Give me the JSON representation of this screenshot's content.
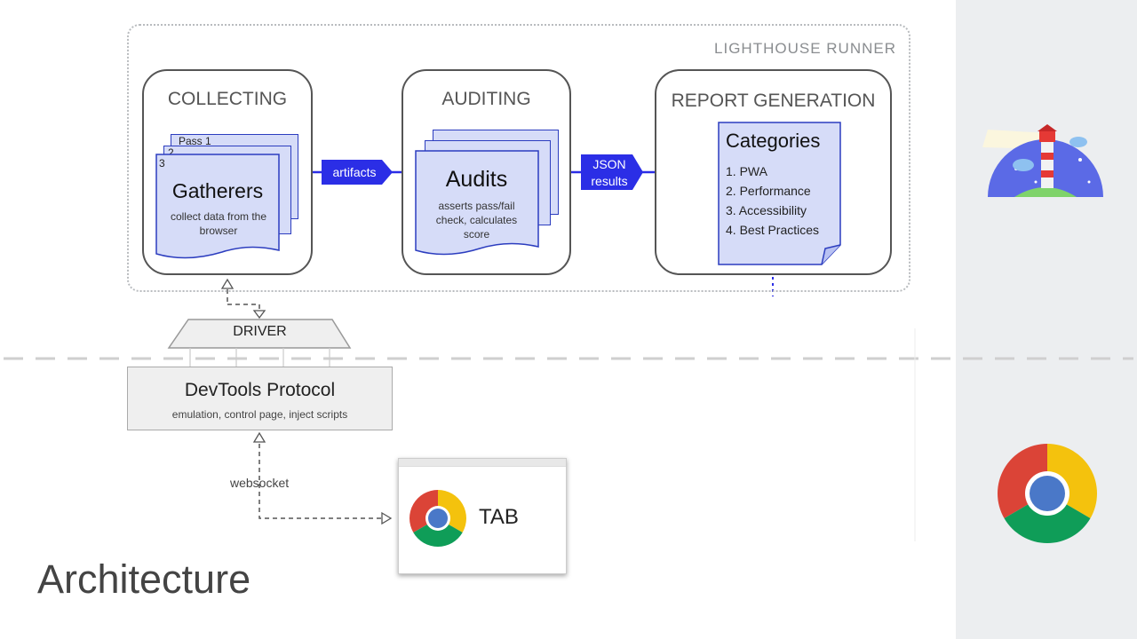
{
  "runner": {
    "label": "LIGHTHOUSE RUNNER"
  },
  "collecting": {
    "title": "COLLECTING",
    "pass_labels": [
      "Pass 1",
      "2",
      "3"
    ],
    "doc_title": "Gatherers",
    "doc_sub": "collect data from the browser"
  },
  "auditing": {
    "title": "AUDITING",
    "doc_title": "Audits",
    "doc_sub": "asserts pass/fail check, calculates score"
  },
  "report": {
    "title": "REPORT GENERATION",
    "doc_title": "Categories",
    "items": [
      "1. PWA",
      "2. Performance",
      "3. Accessibility",
      "4. Best Practices"
    ]
  },
  "flow": {
    "artifacts": "artifacts",
    "json_line1": "JSON",
    "json_line2": "results"
  },
  "driver": {
    "label": "DRIVER"
  },
  "devtools": {
    "title": "DevTools Protocol",
    "sub": "emulation, control page, inject scripts"
  },
  "websocket": "websocket",
  "tab": {
    "label": "TAB"
  },
  "slide_title": "Architecture",
  "colors": {
    "accent_blue": "#2b2ee6",
    "doc_fill": "#d6dcf8",
    "side_panel": "#eceef0"
  }
}
